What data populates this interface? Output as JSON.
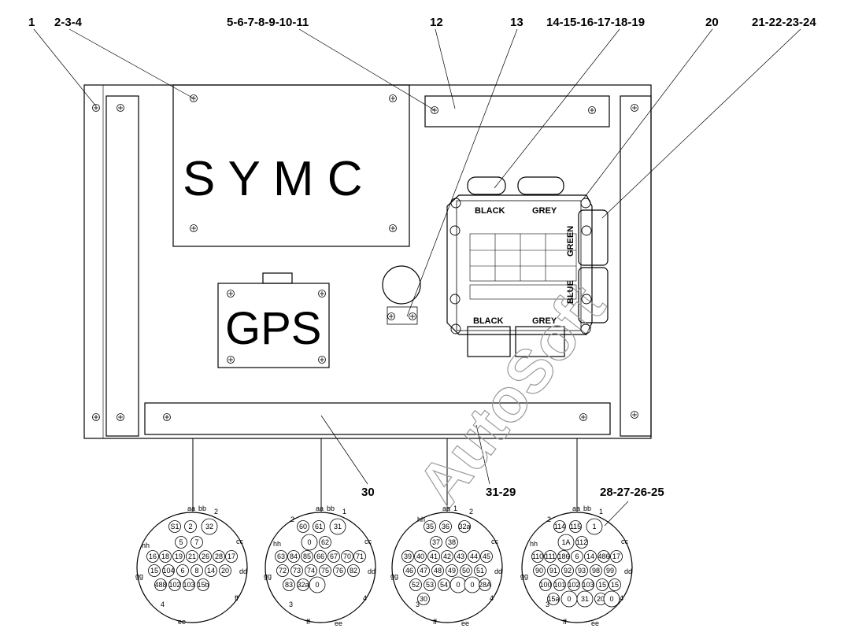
{
  "callouts": {
    "c1": "1",
    "c2": "2-3-4",
    "c3": "5-6-7-8-9-10-11",
    "c4": "12",
    "c5": "13",
    "c6": "14-15-16-17-18-19",
    "c7": "20",
    "c8": "21-22-23-24",
    "c9": "30",
    "c10": "31-29",
    "c11": "28-27-26-25"
  },
  "panels": {
    "symc": "S Y M C",
    "gps": "GPS"
  },
  "fuse_block": {
    "top_left": "BLACK",
    "top_right": "GREY",
    "side_green": "GREEN",
    "side_blue": "BLUE",
    "bottom_left": "BLACK",
    "bottom_right": "GREY"
  },
  "watermark": "AutoSoft",
  "connectors": [
    {
      "top_labels": [
        "aa",
        "bb",
        "2"
      ],
      "pins": [
        "S1",
        "2",
        "32",
        "5",
        "7",
        "16",
        "18",
        "19",
        "21",
        "26",
        "28",
        "17",
        "15",
        "104",
        "6",
        "8",
        "14",
        "20",
        "488",
        "102",
        "103",
        "15b"
      ],
      "side_labels": [
        "cc",
        "dd",
        "gg",
        "hh"
      ],
      "bottom_labels": [
        "4",
        "ff",
        "ee"
      ]
    },
    {
      "top_labels": [
        "aa",
        "bb",
        "1",
        "2",
        "hh"
      ],
      "pins": [
        "60",
        "61",
        "31",
        "0",
        "62",
        "63",
        "84",
        "85",
        "66",
        "67",
        "70",
        "71",
        "72",
        "73",
        "74",
        "75",
        "76",
        "82",
        "83",
        "32a",
        "0"
      ],
      "side_labels": [
        "cc",
        "dd",
        "gg"
      ],
      "bottom_labels": [
        "3",
        "4",
        "ff",
        "ee"
      ]
    },
    {
      "top_labels": [
        "aa",
        "1",
        "2",
        "hh"
      ],
      "pins": [
        "35",
        "36",
        "32a",
        "37",
        "38",
        "39",
        "40",
        "41",
        "42",
        "43",
        "44",
        "45",
        "46",
        "47",
        "48",
        "49",
        "50",
        "51",
        "52",
        "53",
        "54",
        "0",
        "0",
        "28A",
        "30"
      ],
      "side_labels": [
        "cc",
        "dd",
        "gg"
      ],
      "bottom_labels": [
        "3",
        "4",
        "ff",
        "ee"
      ]
    },
    {
      "top_labels": [
        "aa",
        "bb",
        "1",
        "2",
        "hh"
      ],
      "pins": [
        "114",
        "115",
        "1",
        "1A",
        "112",
        "110",
        "111",
        "186",
        "6",
        "14",
        "486",
        "17",
        "90",
        "91",
        "92",
        "93",
        "98",
        "99",
        "100",
        "101",
        "102",
        "103",
        "15",
        "15",
        "15a",
        "0",
        "31",
        "20",
        "0"
      ],
      "side_labels": [
        "cc",
        "dd",
        "gg"
      ],
      "bottom_labels": [
        "3",
        "4",
        "ff",
        "ee"
      ]
    }
  ]
}
